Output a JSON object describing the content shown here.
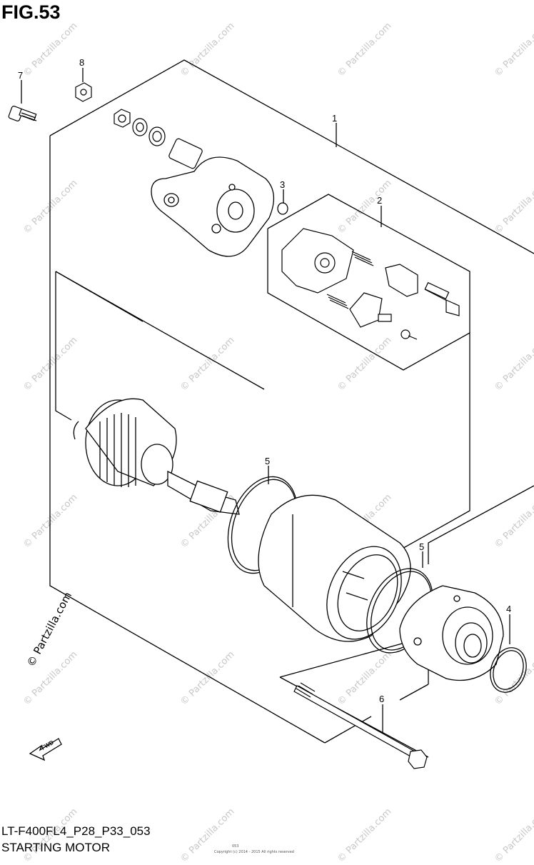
{
  "figure": {
    "title": "FIG.53",
    "diagram_code": "LT-F400FL4_P28_P33_053",
    "diagram_name": "STARTING MOTOR",
    "fwd_label": "FWD"
  },
  "watermark": {
    "text": "© Partzilla.com"
  },
  "fine_print": {
    "line1": "Copyright (c) 2014 - 2015 All rights reserved",
    "line2": "053"
  },
  "callouts": [
    {
      "id": "c1",
      "number": "1"
    },
    {
      "id": "c2",
      "number": "2"
    },
    {
      "id": "c3",
      "number": "3"
    },
    {
      "id": "c4",
      "number": "4"
    },
    {
      "id": "c5a",
      "number": "5"
    },
    {
      "id": "c5b",
      "number": "5"
    },
    {
      "id": "c6",
      "number": "6"
    },
    {
      "id": "c7",
      "number": "7"
    },
    {
      "id": "c8",
      "number": "8"
    }
  ]
}
